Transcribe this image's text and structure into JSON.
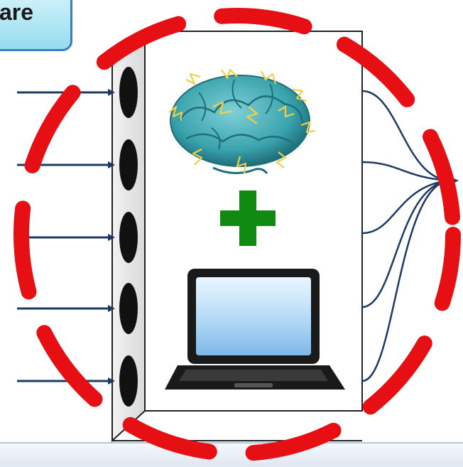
{
  "header": {
    "label": "are"
  },
  "colors": {
    "dashed_ring": "#e60f14",
    "arrows": "#1c3a66",
    "plus": "#118a11",
    "brain": "#3aa3ad",
    "sparks": "#f2cf45",
    "tab_fill": "#a8e3f2",
    "tab_border": "#3a7fb8"
  },
  "icons": {
    "brain": "brain-icon",
    "plus": "plus-icon",
    "laptop": "laptop-icon"
  },
  "inputs_count": 5,
  "outputs_count": 5
}
